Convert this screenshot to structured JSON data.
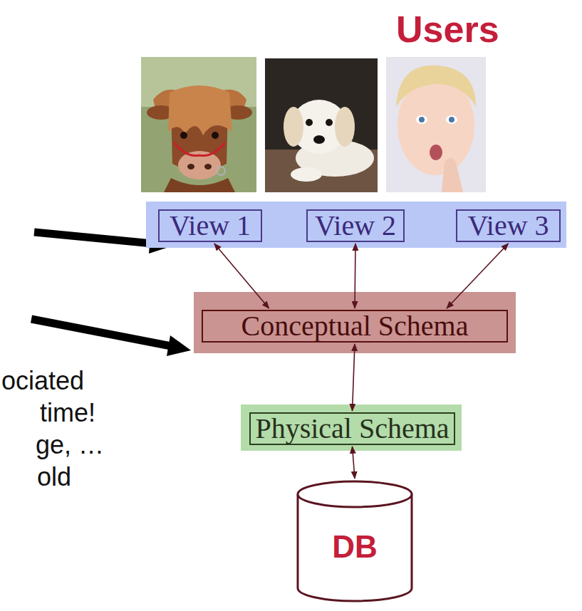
{
  "diagram": {
    "nodes": [
      {
        "text": [
          "View 1"
        ]
      },
      {
        "text": [
          "View 2"
        ]
      },
      {
        "text": [
          "View 3"
        ]
      },
      {
        "text": [
          "Conceptual Schema"
        ]
      },
      {
        "text": [
          "Physical Schema"
        ]
      },
      {
        "text": [
          "DB"
        ]
      }
    ],
    "edges": [
      {
        "from": 0,
        "to": 3,
        "arrow": "both"
      },
      {
        "from": 1,
        "to": 3,
        "arrow": "both"
      },
      {
        "from": 2,
        "to": 3,
        "arrow": "both"
      },
      {
        "from": 3,
        "to": 4,
        "arrow": "both"
      },
      {
        "from": 4,
        "to": 5,
        "arrow": "both"
      }
    ],
    "labels": [
      "Users",
      "ociated",
      "time!",
      "ge, …",
      "old"
    ]
  }
}
